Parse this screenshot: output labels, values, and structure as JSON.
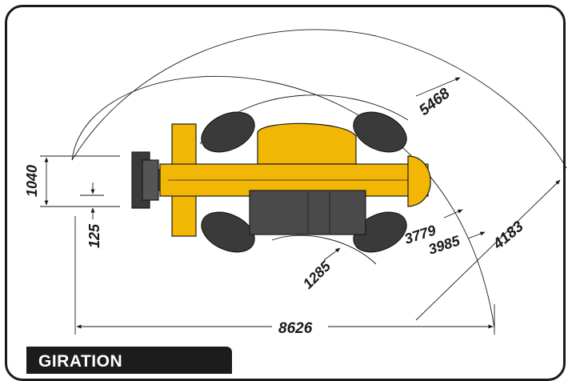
{
  "title": "GIRATION",
  "dimensions": {
    "overall_length": "8626",
    "outer_radius": "5468",
    "radius_4183": "4183",
    "radius_3985": "3985",
    "radius_3779": "3779",
    "inner_radius": "1285",
    "platform_width": "1040",
    "offset": "125"
  },
  "colors": {
    "machine_yellow": "#f2b705",
    "outline": "#1a1a1a",
    "tyre": "#3a3a3a"
  }
}
